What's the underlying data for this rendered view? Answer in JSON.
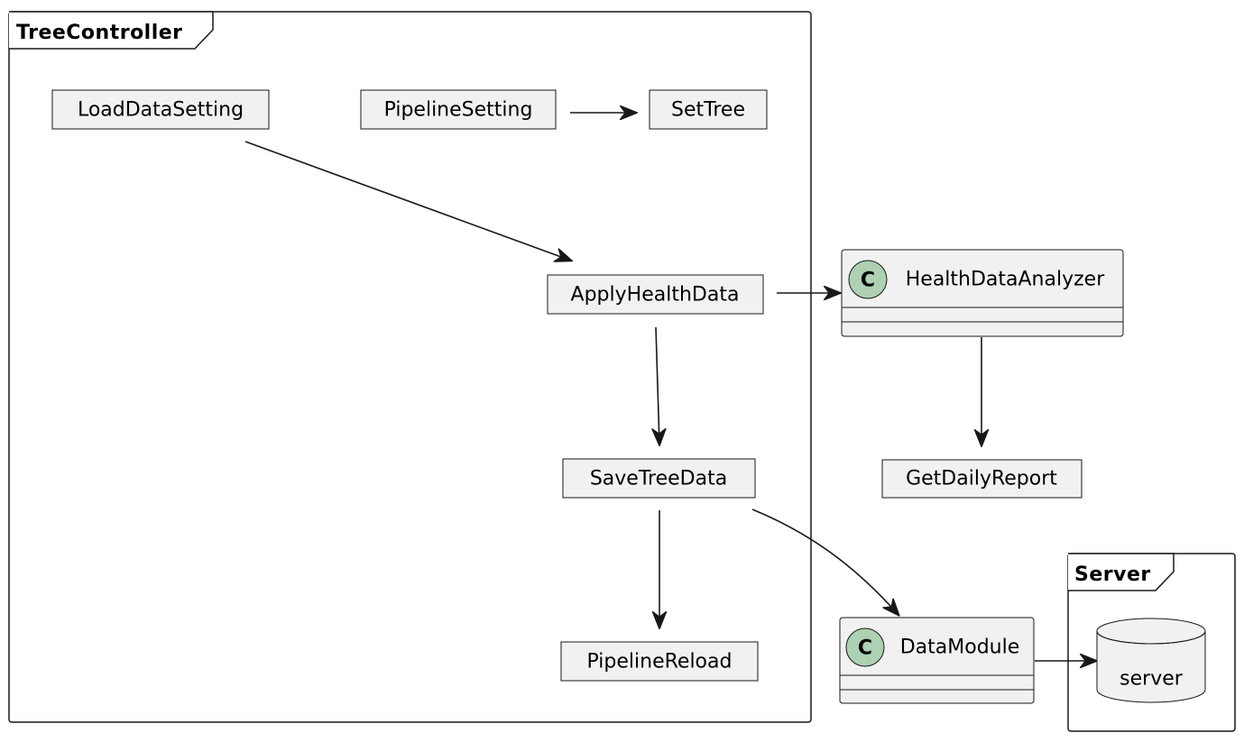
{
  "packages": {
    "tree_controller": "TreeController",
    "server": "Server"
  },
  "components": {
    "load_data_setting": "LoadDataSetting",
    "pipeline_setting": "PipelineSetting",
    "set_tree": "SetTree",
    "apply_health_data": "ApplyHealthData",
    "save_tree_data": "SaveTreeData",
    "pipeline_reload": "PipelineReload",
    "get_daily_report": "GetDailyReport"
  },
  "classes": {
    "health_data_analyzer": {
      "name": "HealthDataAnalyzer",
      "stereotype_letter": "C"
    },
    "data_module": {
      "name": "DataModule",
      "stereotype_letter": "C"
    }
  },
  "database": {
    "server": "server"
  },
  "colors": {
    "node_fill": "#f1f1f1",
    "class_circle": "#add1b2",
    "line": "#181818"
  }
}
